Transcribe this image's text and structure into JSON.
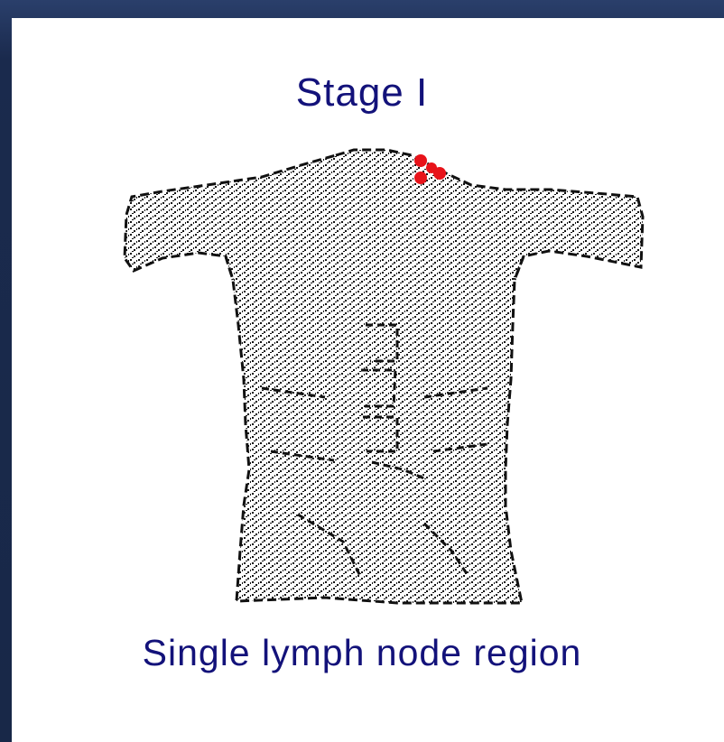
{
  "slide": {
    "title": "Stage I",
    "caption": "Single lymph node region"
  },
  "figure": {
    "subject": "torso-outline",
    "highlight_color": "#e8131a",
    "outline_color": "#111111"
  }
}
